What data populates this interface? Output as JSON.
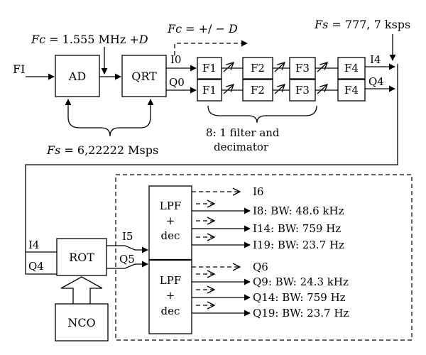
{
  "input": {
    "label": "FI"
  },
  "blocks": {
    "ad": "AD",
    "qrt": "QRT",
    "f1_i": "F1",
    "f1_q": "F1",
    "f2_i": "F2",
    "f2_q": "F2",
    "f3_i": "F3",
    "f3_q": "F3",
    "f4_i": "F4",
    "f4_q": "F4",
    "rot": "ROT",
    "nco": "NCO",
    "lpf_i": {
      "line1": "LPF",
      "line2": "+",
      "line3": "dec"
    },
    "lpf_q": {
      "line1": "LPF",
      "line2": "+",
      "line3": "dec"
    }
  },
  "annotations": {
    "fc_ad": {
      "var": "Fc",
      "rest": " = 1.555 MHz +",
      "suffix": "D"
    },
    "fc_shift": {
      "var": "Fc",
      "rest": " = +/ − ",
      "suffix": "D"
    },
    "fs_in": {
      "var": "Fs",
      "rest": " = 6,22222 Msps"
    },
    "fs_out": {
      "var": "Fs",
      "rest": " = 777, 7 ksps"
    },
    "filter_brace": {
      "line1": "8: 1 filter and",
      "line2": "decimator"
    }
  },
  "signals": {
    "i0": "I0",
    "q0": "Q0",
    "i4": "I4",
    "q4": "Q4",
    "i4_rot": "I4",
    "q4_rot": "Q4",
    "i5": "I5",
    "q5": "Q5"
  },
  "outputs_i": [
    "I6",
    "I8: BW: 48.6 kHz",
    "I14: BW: 759 Hz",
    "I19: BW: 23.7 Hz"
  ],
  "outputs_q": [
    "Q6",
    "Q9: BW: 24.3 kHz",
    "Q14: BW: 759 Hz",
    "Q19: BW: 23.7 Hz"
  ]
}
